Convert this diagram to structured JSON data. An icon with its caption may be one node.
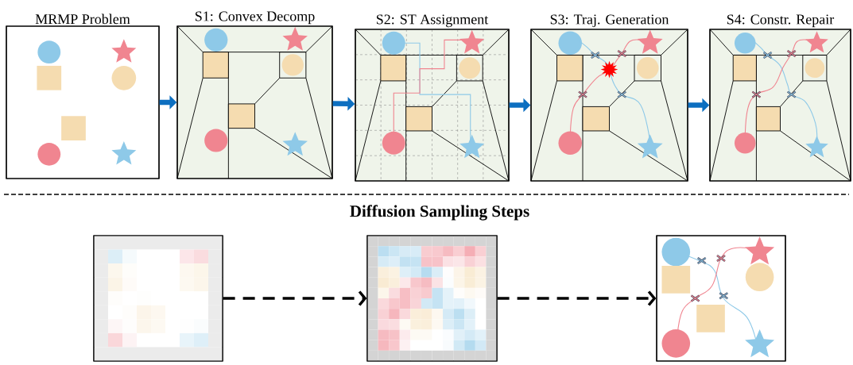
{
  "diagram": {
    "nodes": [
      {
        "text": [
          "MRMP Problem"
        ]
      },
      {
        "text": [
          "S1: Convex Decomp"
        ]
      },
      {
        "text": [
          "S2: ST Assignment"
        ]
      },
      {
        "text": [
          "S3: Traj. Generation"
        ]
      },
      {
        "text": [
          "S4: Constr. Repair"
        ]
      },
      {
        "text": [],
        "shape": "picture"
      },
      {
        "text": [],
        "shape": "picture"
      },
      {
        "text": [],
        "shape": "picture"
      }
    ],
    "edges": [
      {
        "from": 0,
        "to": 1,
        "arrow": "to"
      },
      {
        "from": 1,
        "to": 2,
        "arrow": "to"
      },
      {
        "from": 2,
        "to": 3,
        "arrow": "to"
      },
      {
        "from": 3,
        "to": 4,
        "arrow": "to"
      },
      {
        "from": 5,
        "to": 6,
        "arrow": "to",
        "style": "dashed",
        "color": "#000000"
      },
      {
        "from": 6,
        "to": 7,
        "arrow": "to",
        "style": "dashed",
        "color": "#000000"
      }
    ],
    "labels": [
      "Diffusion Sampling Steps"
    ]
  }
}
